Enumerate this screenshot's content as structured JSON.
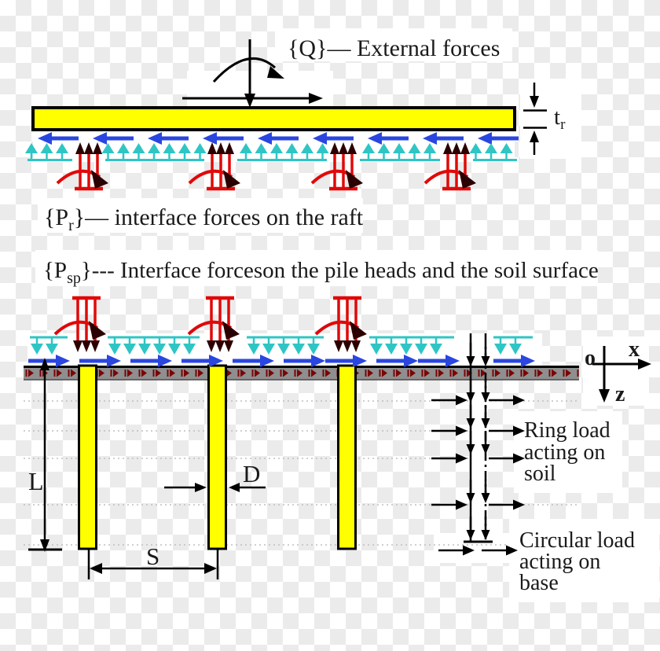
{
  "figure": {
    "labels": {
      "external_forces": "{Q}— External forces",
      "raft_thickness": {
        "main": "t",
        "sub": "r"
      },
      "raft_interface": {
        "pre": "{P",
        "sub": "r",
        "post": "}— interface forces on the raft"
      },
      "soil_interface": {
        "pre": "{P",
        "sub": "sp",
        "post": "}--- Interface forceson the pile heads and the soil surface"
      },
      "pile_length": "L",
      "pile_diameter": "D",
      "pile_spacing": "S",
      "origin": "o",
      "axis_x": "x",
      "axis_z": "z",
      "ring_load": [
        "Ring load",
        "acting on",
        "soil"
      ],
      "circular_load": [
        "Circular load",
        "acting on",
        "base"
      ]
    },
    "colors": {
      "raft": "#ffff00",
      "pile": "#ffff00",
      "uplift": "#2fc5c5",
      "shear": "#2a46e0",
      "pileforce": "#e00909",
      "soilbar": "#8f8f8f",
      "soilmark": "#7a0505",
      "checker": "#ebebeb"
    }
  }
}
